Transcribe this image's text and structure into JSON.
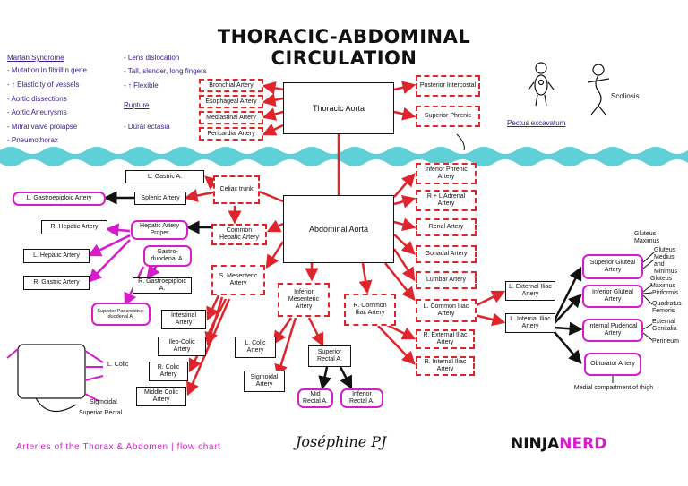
{
  "title_line1": "THORACIC-ABDOMINAL",
  "title_line2": "CIRCULATION",
  "marfan": {
    "heading": "Marfan Syndrome",
    "left_items": [
      "- Mutation in fibrillin gene",
      "- ↑ Elasticity of vessels",
      "- Aortic dissections",
      "- Aortic Aneurysms",
      "- Mitral valve prolapse",
      "- Pneumothorax"
    ],
    "right_items": [
      "- Lens dislocation",
      "- Tall, slender, long fingers",
      "- ↑ Flexible",
      "Rupture",
      "- Dural ectasia"
    ]
  },
  "thoracic": {
    "aorta": "Thoracic Aorta",
    "left_branches": [
      "Bronchial Artery",
      "Esophageal Artery",
      "Mediastinal Artery",
      "Pericardial Artery"
    ],
    "right_branches": [
      "Posterior Intercostal",
      "Superior Phrenic"
    ]
  },
  "figures": {
    "scoliosis": "Scoliosis",
    "pectus": "Pectus excavatum"
  },
  "abdominal": {
    "aorta": "Abdominal Aorta",
    "celiac": "Celiac trunk",
    "l_gastric": "L. Gastric A.",
    "splenic": "Splenic Artery",
    "l_gastroepiploic": "L. Gastroepiploic Artery",
    "common_hepatic": "Common Hepatic Artery",
    "hepatic_proper": "Hepatic Artery Proper",
    "gastroduodenal": "Gastro-duodenal A.",
    "r_hepatic": "R. Hepatic Artery",
    "l_hepatic": "L. Hepatic Artery",
    "r_gastric": "R. Gastric Artery",
    "r_gastroepiploic": "R. Gastroepiploic A.",
    "sup_pancreatico": "Superior Pancreatico-duodenal A.",
    "sma": "S. Mesenteric Artery",
    "intestinal": "Intestinal Artery",
    "ileocolic": "Ileo-Colic Artery",
    "r_colic": "R. Colic Artery",
    "middle_colic": "Middle Colic Artery",
    "ima": "Inferior Mesenteric Artery",
    "l_colic": "L. Colic Artery",
    "sigmoidal": "Sigmoidal Artery",
    "sup_rectal": "Superior Rectal A.",
    "mid_rectal": "Mid Rectal A.",
    "inf_rectal": "Inferior Rectal A.",
    "r_common_iliac": "R. Common Iliac Artery",
    "r_external_iliac": "R. External Iliac Artery",
    "r_internal_iliac": "R. Internal Iliac Artery",
    "l_common_iliac": "L. Common Iliac Artery",
    "l_external_iliac": "L. External Iliac Artery",
    "l_internal_iliac": "L. Internal Iliac Artery",
    "right_branches": [
      "Inferior Phrenic Artery",
      "R + L Adrenal Artery",
      "Renal Artery",
      "Gonadal Artery",
      "Lumbar Artery"
    ]
  },
  "internal_iliac_branches": {
    "sup_gluteal": "Superior Gluteal Artery",
    "inf_gluteal": "Inferior Gluteal Artery",
    "int_pudendal": "Internal Pudendal Artery",
    "obturator": "Obturator Artery",
    "sup_gluteal_targets": "Gluteus Maximus",
    "sup_gluteal_targets2": "Gluteus Medius and Minimus",
    "inf_gluteal_targets": "Gluteus Maximus",
    "inf_gluteal_targets2": "Piriformis",
    "inf_gluteal_targets3": "Quadratus Femoris",
    "pudendal_targets": "External Genitalia",
    "pudendal_targets2": "Perineum",
    "obturator_targets": "Medial compartment of thigh"
  },
  "colon_labels": {
    "l_colic": "L. Colic",
    "sigmoidal": "Sigmoidal",
    "sup_rectal": "Superior Rectal"
  },
  "footer": {
    "caption": "Arteries of the Thorax & Abdomen | flow chart",
    "signature": "Joséphine PJ",
    "brand1": "NINJA",
    "brand2": "NERD"
  },
  "colors": {
    "red": "#e0242b",
    "pink": "#d61ccb",
    "water": "#5fd0d8",
    "marfan": "#3b1b8c"
  }
}
